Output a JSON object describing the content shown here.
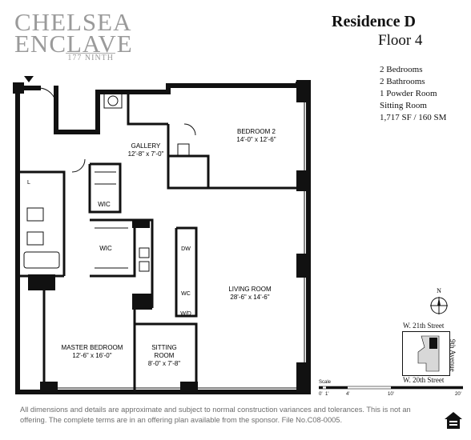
{
  "logo": {
    "line1": "CHELSEA",
    "line2": "ENCLAVE",
    "line3": "177 NINTH"
  },
  "residence": {
    "title": "Residence D",
    "floor": "Floor 4",
    "specs": [
      "2 Bedrooms",
      "2 Bathrooms",
      "1 Powder Room",
      "Sitting Room",
      "1,717 SF / 160 SM"
    ]
  },
  "rooms": {
    "gallery": {
      "name": "GALLERY",
      "dims": "12'-8\" x 7'-0\""
    },
    "bedroom2": {
      "name": "BEDROOM 2",
      "dims": "14'-0\" x 12'-6\""
    },
    "living": {
      "name": "LIVING ROOM",
      "dims": "28'-6\" x 14'-6\""
    },
    "master": {
      "name": "MASTER BEDROOM",
      "dims": "12'-6\" x 16'-0\""
    },
    "sitting": {
      "name": "SITTING",
      "name2": "ROOM",
      "dims": "8'-0\" x 7'-8\""
    },
    "wic1": "WIC",
    "wic2": "WIC",
    "dw": "DW",
    "wc": "WC",
    "wd": "W/D",
    "l": "L"
  },
  "compass": {
    "label": "N"
  },
  "location": {
    "north_street": "W. 21th Street",
    "south_street": "W. 20th Street",
    "avenue": "9th Avenue"
  },
  "scale": {
    "label": "Scale",
    "ticks": [
      "0'",
      "1'",
      "4'",
      "10'",
      "20'"
    ]
  },
  "disclaimer": "All dimensions and details are approximate and subject to normal construction variances and tolerances. This is not an offering. The complete terms are in an offering plan available from the sponsor. File No.C08-0005.",
  "colors": {
    "wall": "#111111",
    "logo": "#9a9a9a",
    "disclaimer": "#6d6d6d"
  }
}
